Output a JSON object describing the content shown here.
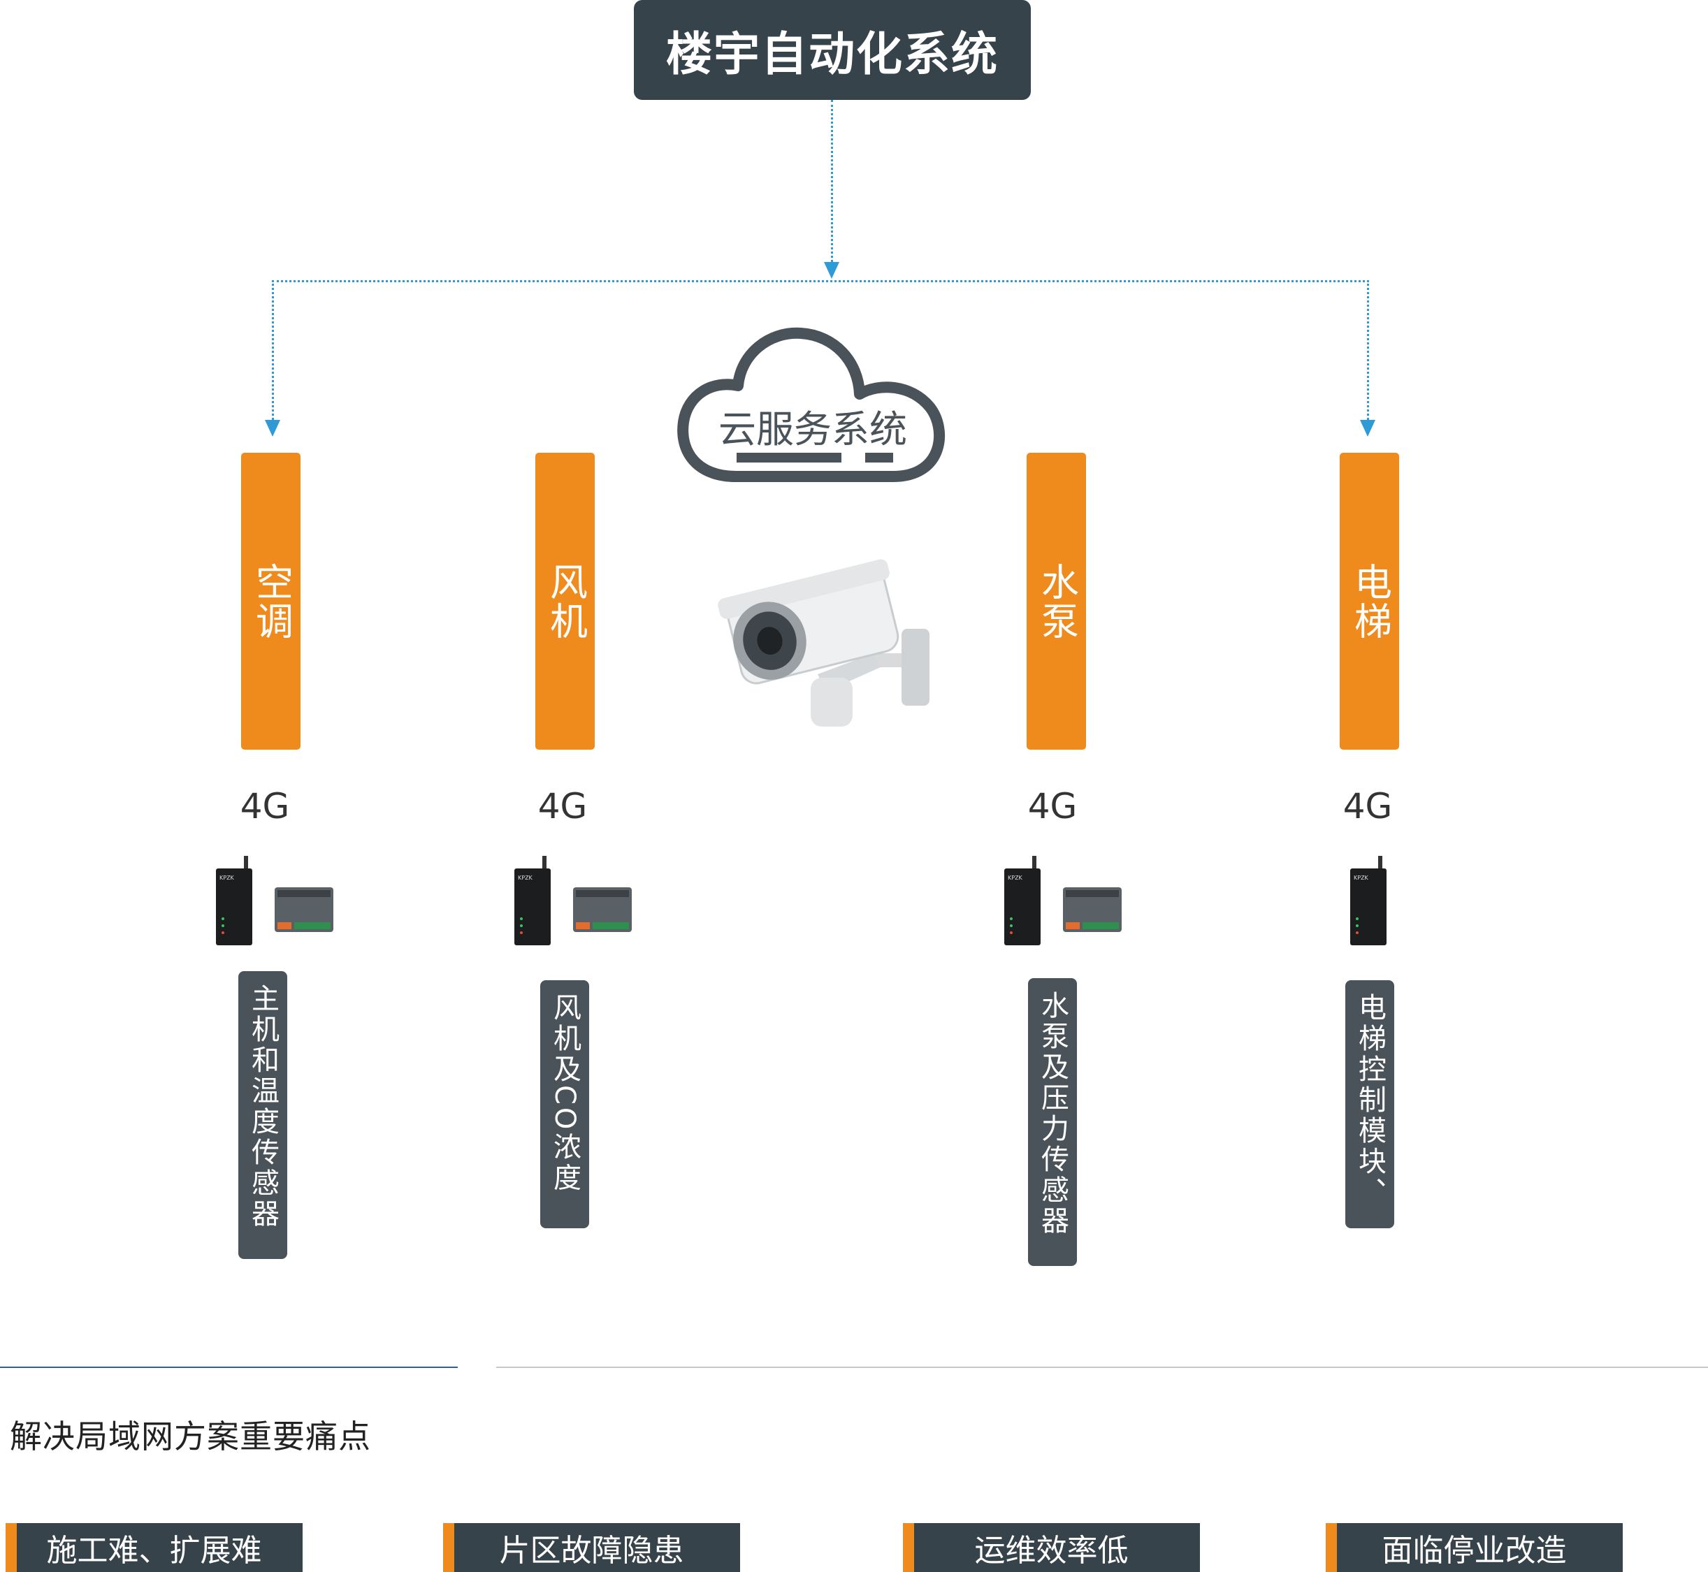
{
  "title": "楼宇自动化系统",
  "cloud": {
    "label": "云服务系统",
    "icon": "cloud-icon"
  },
  "camera": {
    "icon": "security-camera-icon"
  },
  "subsystems": [
    {
      "label": "空调",
      "network": "4G",
      "device_label": "主机和温度传感器"
    },
    {
      "label": "风机",
      "network": "4G",
      "device_label": "风机及CO浓度"
    },
    {
      "label": "水泵",
      "network": "4G",
      "device_label": "水泵及压力传感器"
    },
    {
      "label": "电梯",
      "network": "4G",
      "device_label": "电梯控制模块、"
    }
  ],
  "devices": {
    "router_brand": "KPZK",
    "router_icon": "4g-router-icon",
    "io_icon": "io-module-icon"
  },
  "section_heading": "解决局域网方案重要痛点",
  "pain_points": [
    "施工难、扩展难",
    "片区故障隐患",
    "运维效率低",
    "面临停业改造"
  ],
  "colors": {
    "dark": "#36434b",
    "orange": "#ef8a1c",
    "blue": "#2e9bd6"
  }
}
